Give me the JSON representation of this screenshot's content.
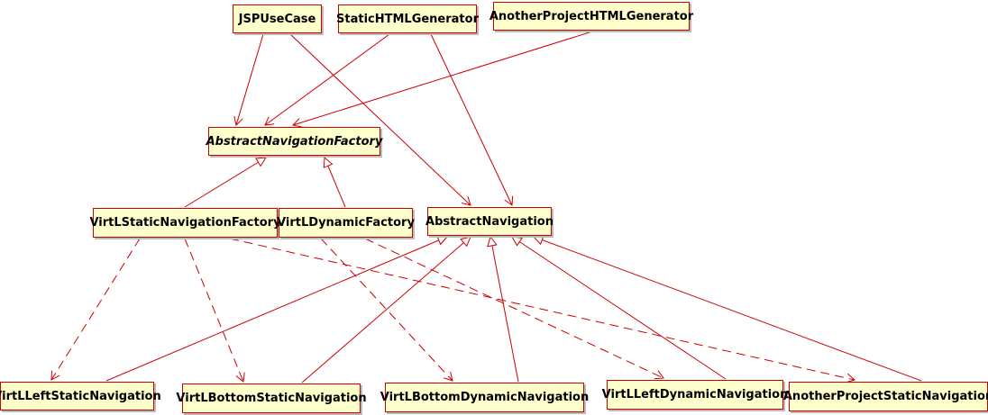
{
  "diagram": {
    "colors": {
      "node_fill": "#ffffcc",
      "node_border": "#cc0000",
      "edge": "#cc0000"
    },
    "classes": [
      {
        "id": "jspusecase",
        "label": "JSPUseCase",
        "abstract": false
      },
      {
        "id": "statichtmlgenerator",
        "label": "StaticHTMLGenerator",
        "abstract": false
      },
      {
        "id": "anotherprojecthtmlgenerator",
        "label": "AnotherProjectHTMLGenerator",
        "abstract": false
      },
      {
        "id": "abstractnavigationfactory",
        "label": "AbstractNavigationFactory",
        "abstract": true
      },
      {
        "id": "virtlstaticnavigationfactory",
        "label": "VirtLStaticNavigationFactory",
        "abstract": false
      },
      {
        "id": "virtldynamicfactory",
        "label": "VirtLDynamicFactory",
        "abstract": false
      },
      {
        "id": "abstractnavigation",
        "label": "AbstractNavigation",
        "abstract": false
      },
      {
        "id": "virtlleftstaticnavigation",
        "label": "VirtLLeftStaticNavigation",
        "abstract": false
      },
      {
        "id": "virtlbottomstaticnavigation",
        "label": "VirtLBottomStaticNavigation",
        "abstract": false
      },
      {
        "id": "virtlbottomdynamicnavigation",
        "label": "VirtLBottomDynamicNavigation",
        "abstract": false
      },
      {
        "id": "virtlleftdynamicnavigation",
        "label": "VirtLLeftDynamicNavigation",
        "abstract": false
      },
      {
        "id": "anotherprojectstaticnavigation",
        "label": "AnotherProjectStaticNavigation",
        "abstract": false
      }
    ],
    "relations": [
      {
        "from": "jspusecase",
        "to": "abstractnavigationfactory",
        "kind": "association"
      },
      {
        "from": "jspusecase",
        "to": "abstractnavigation",
        "kind": "association"
      },
      {
        "from": "statichtmlgenerator",
        "to": "abstractnavigationfactory",
        "kind": "association"
      },
      {
        "from": "statichtmlgenerator",
        "to": "abstractnavigation",
        "kind": "association"
      },
      {
        "from": "anotherprojecthtmlgenerator",
        "to": "abstractnavigationfactory",
        "kind": "association"
      },
      {
        "from": "virtlstaticnavigationfactory",
        "to": "abstractnavigationfactory",
        "kind": "generalization"
      },
      {
        "from": "virtldynamicfactory",
        "to": "abstractnavigationfactory",
        "kind": "generalization"
      },
      {
        "from": "virtlstaticnavigationfactory",
        "to": "virtlleftstaticnavigation",
        "kind": "dependency"
      },
      {
        "from": "virtlstaticnavigationfactory",
        "to": "virtlbottomstaticnavigation",
        "kind": "dependency"
      },
      {
        "from": "virtlstaticnavigationfactory",
        "to": "anotherprojectstaticnavigation",
        "kind": "dependency"
      },
      {
        "from": "virtldynamicfactory",
        "to": "virtlbottomdynamicnavigation",
        "kind": "dependency"
      },
      {
        "from": "virtldynamicfactory",
        "to": "virtlleftdynamicnavigation",
        "kind": "dependency"
      },
      {
        "from": "virtlleftstaticnavigation",
        "to": "abstractnavigation",
        "kind": "generalization"
      },
      {
        "from": "virtlbottomstaticnavigation",
        "to": "abstractnavigation",
        "kind": "generalization"
      },
      {
        "from": "virtlbottomdynamicnavigation",
        "to": "abstractnavigation",
        "kind": "generalization"
      },
      {
        "from": "virtlleftdynamicnavigation",
        "to": "abstractnavigation",
        "kind": "generalization"
      },
      {
        "from": "anotherprojectstaticnavigation",
        "to": "abstractnavigation",
        "kind": "generalization"
      }
    ]
  }
}
